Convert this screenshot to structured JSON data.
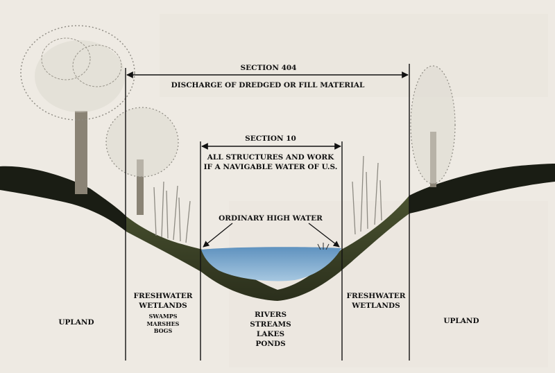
{
  "section404": {
    "title": "SECTION 404",
    "description": "DISCHARGE OF DREDGED OR FILL MATERIAL"
  },
  "section10": {
    "title": "SECTION 10",
    "description_lines": [
      "ALL STRUCTURES AND WORK",
      "IF A NAVIGABLE WATER OF U.S."
    ]
  },
  "ordinary_high_water": "ORDINARY HIGH WATER",
  "zones": {
    "upland_left": "UPLAND",
    "wetlands_left": {
      "title_lines": [
        "FRESHWATER",
        "WETLANDS"
      ],
      "types": [
        "SWAMPS",
        "MARSHES",
        "BOGS"
      ]
    },
    "waters": [
      "RIVERS",
      "STREAMS",
      "LAKES",
      "PONDS"
    ],
    "wetlands_right": {
      "title_lines": [
        "FRESHWATER",
        "WETLANDS"
      ]
    },
    "upland_right": "UPLAND"
  },
  "colors": {
    "background": "#eeeae3",
    "ground": "#1a1d14",
    "wetland_ground": "#3f4728",
    "water": "#7aa9cf",
    "line": "#111111"
  }
}
